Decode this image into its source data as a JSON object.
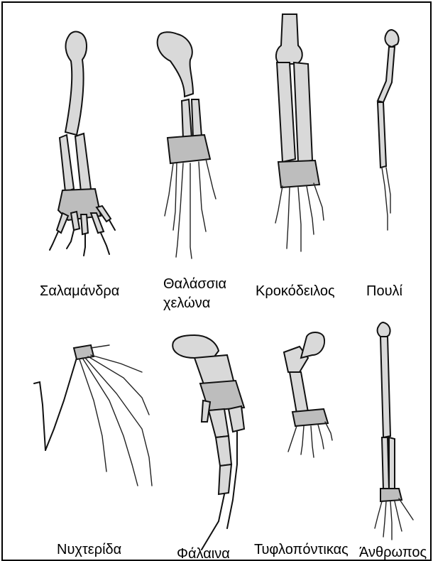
{
  "animals": {
    "salamander": "Σαλαμάνδρα",
    "sea_turtle_line1": "Θαλάσσια",
    "sea_turtle_line2": "χελώνα",
    "crocodile": "Κροκόδειλος",
    "bird": "Πουλί",
    "bat": "Νυχτερίδα",
    "whale": "Φάλαινα",
    "mole": "Τυφλοπόντικας",
    "human": "Άνθρωπος"
  }
}
